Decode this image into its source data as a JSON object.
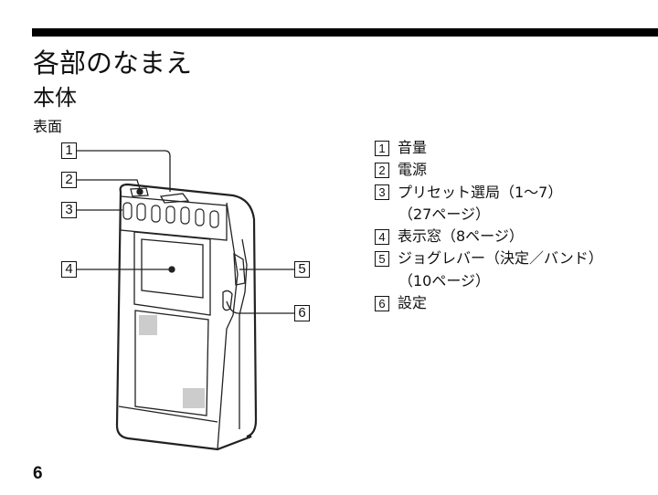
{
  "title": "各部のなまえ",
  "subtitle": "本体",
  "section": "表面",
  "items": [
    {
      "num": "1",
      "label": "音量"
    },
    {
      "num": "2",
      "label": "電源"
    },
    {
      "num": "3",
      "label": "プリセット選局（1〜7）",
      "cont": "（27ページ）"
    },
    {
      "num": "4",
      "label": "表示窓（8ページ）"
    },
    {
      "num": "5",
      "label": "ジョグレバー（決定／バンド）",
      "cont": "（10ページ）"
    },
    {
      "num": "6",
      "label": "設定"
    }
  ],
  "page_number": "6"
}
